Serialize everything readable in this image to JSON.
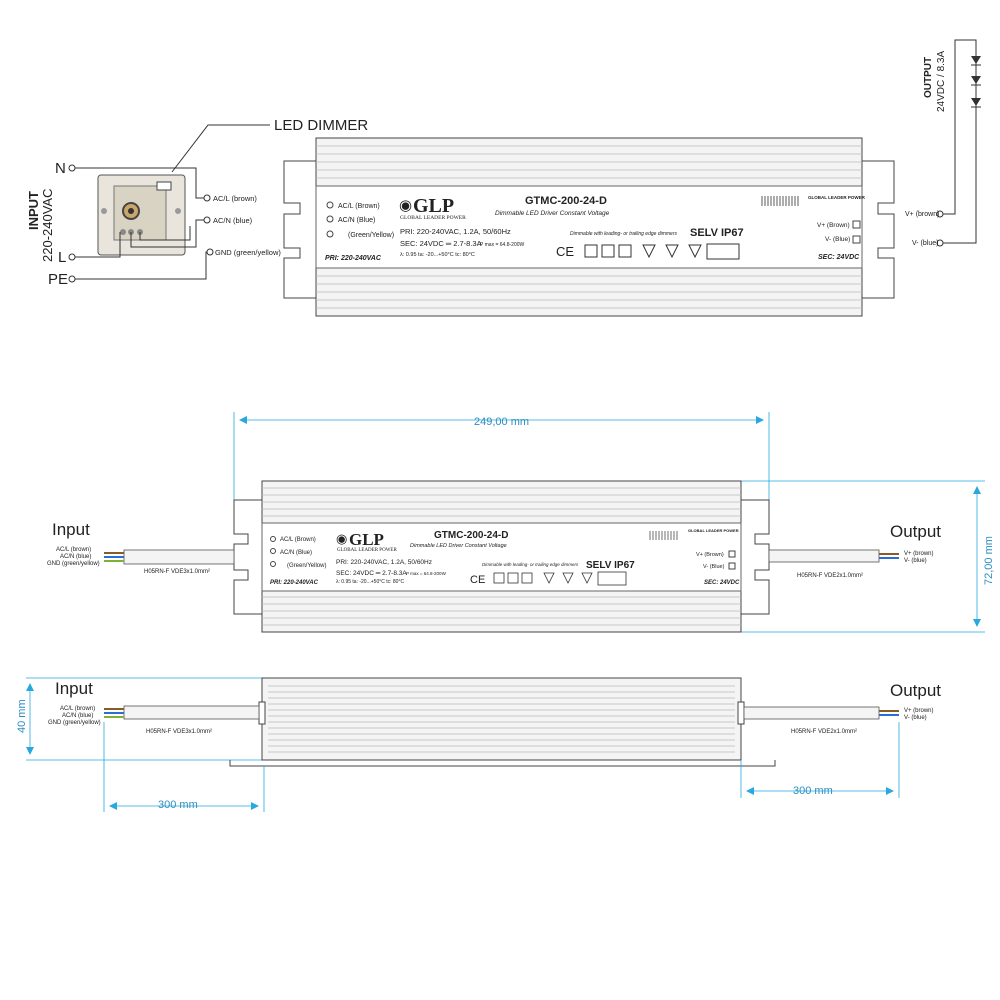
{
  "wiring": {
    "input_title": "INPUT",
    "input_voltage": "220-240VAC",
    "terminal_n": "N",
    "terminal_l": "L",
    "terminal_pe": "PE",
    "dimmer_label": "LED DIMMER",
    "wire_acl": "AC/L (brown)",
    "wire_acn": "AC/N (blue)",
    "wire_gnd": "GND (green/yellow)",
    "output_title": "OUTPUT",
    "output_rating": "24VDC / 8.3A",
    "wire_vplus": "V+ (brown)",
    "wire_vminus": "V- (blue)"
  },
  "label": {
    "brand": "GLP",
    "brand_sub": "GLOBAL LEADER POWER",
    "model": "GTMC-200-24-D",
    "subtitle": "Dimmable LED Driver Constant Voltage",
    "pri_line": "PRI:   220-240VAC, 1.2A, 50/60Hz",
    "sec_line": "SEC:  24VDC ═ 2.7-8.3A",
    "pmax": "P max = 64.8-200W",
    "specs_line": "λ: 0.95   ta: -20...+50°C  tc: 80°C",
    "dimming_note": "Dimmable with leading- or trailing edge dimmers",
    "selv": "SELV  IP67",
    "left_acl": "AC/L (Brown)",
    "left_acn": "AC/N (Blue)",
    "left_gnd": "(Green/Yellow)",
    "pri_footer": "PRI:  220-240VAC",
    "right_brand": "GLOBAL LEADER POWER",
    "right_vplus": "V+ (Brown)",
    "right_vminus": "V- (Blue)",
    "sec_footer": "SEC:  24VDC",
    "cert_ce": "CE"
  },
  "dimensions": {
    "width_label": "249,00 mm",
    "height_label": "72,00 mm",
    "depth_label": "40 mm",
    "cable_in_length": "300 mm",
    "cable_out_length": "300 mm"
  },
  "drawing": {
    "input_heading": "Input",
    "output_heading": "Output",
    "in_acl": "AC/L (brown)",
    "in_acn": "AC/N (blue)",
    "in_gnd": "GND (green/yellow)",
    "in_cable": "H05RN-F VDE3x1.0mm²",
    "out_vplus": "V+ (brown)",
    "out_vminus": "V- (blue)",
    "out_cable": "H05RN-F VDE2x1.0mm²"
  },
  "colors": {
    "line": "#333333",
    "dimension": "#29a8df",
    "housing_fill": "#f4f4f4",
    "text": "#222222"
  }
}
